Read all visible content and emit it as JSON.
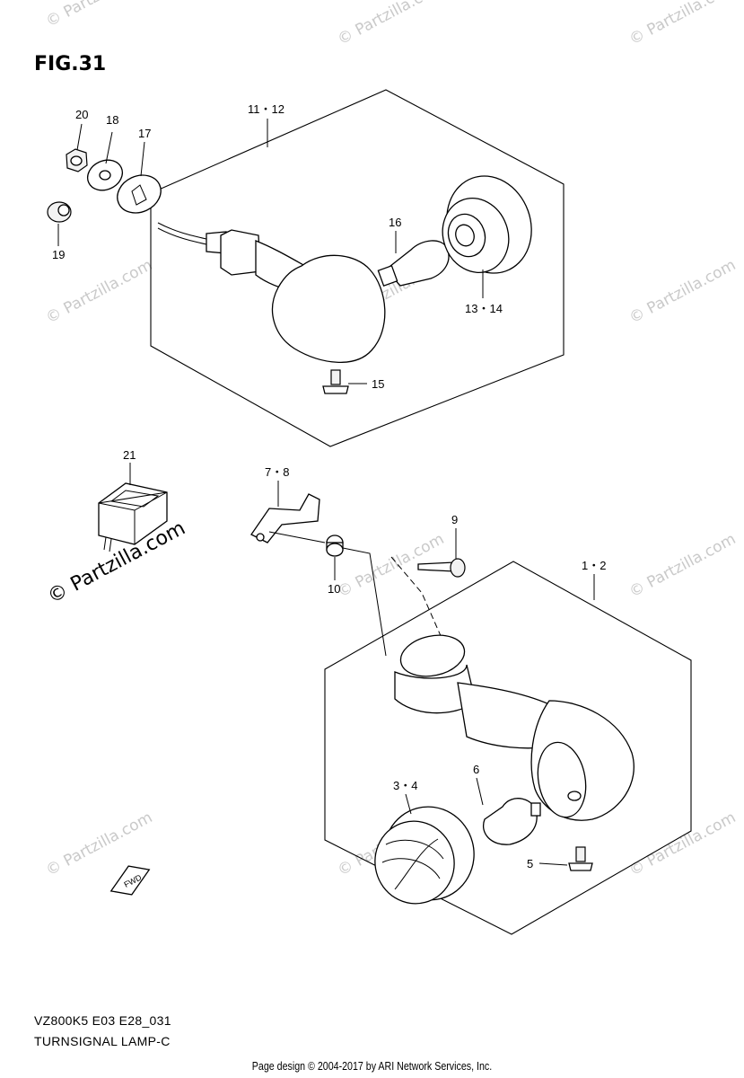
{
  "figure": {
    "title": "FIG.31"
  },
  "callouts": {
    "p20": "20",
    "p18": "18",
    "p17": "17",
    "p19": "19",
    "p11_12": "11・12",
    "p16": "16",
    "p13_14": "13・14",
    "p15": "15",
    "p21": "21",
    "p7_8": "7・8",
    "p9": "9",
    "p10": "10",
    "p1_2": "1・2",
    "p6": "6",
    "p3_4": "3・4",
    "p5": "5"
  },
  "direction_badge": "FWD",
  "watermark": {
    "text": "© Partzilla.com",
    "color": "#c9c9c9"
  },
  "footer": {
    "model_code": "VZ800K5 E03 E28_031",
    "assembly_name": "TURNSIGNAL LAMP-C",
    "credit": "Page design © 2004-2017 by ARI Network Services, Inc."
  }
}
